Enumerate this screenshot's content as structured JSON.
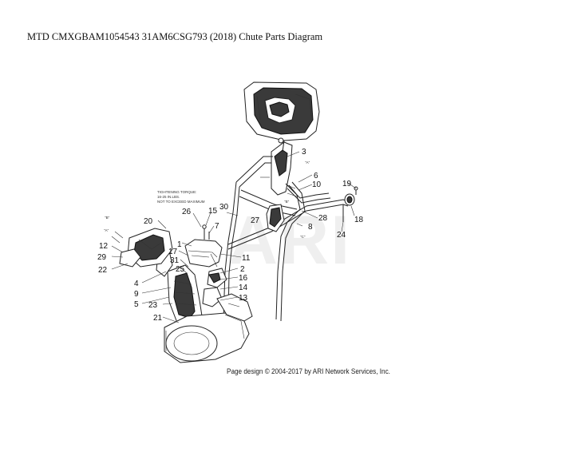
{
  "title": "MTD CMXGBAM1054543 31AM6CSG793 (2018) Chute Parts Diagram",
  "copyright": "Page design © 2004-2017 by ARI Network Services, Inc.",
  "watermark": "ARI",
  "torque_note": [
    "TIGHTENING TORQUE:",
    "16-25 IN.LBS.",
    "NOT TO EXCEED MAXIMUM"
  ],
  "reference_marks": [
    "\"A\"",
    "\"B\""
  ],
  "callouts": [
    "1",
    "2",
    "3",
    "4",
    "5",
    "6",
    "7",
    "8",
    "9",
    "10",
    "11",
    "12",
    "13",
    "14",
    "15",
    "16",
    "17",
    "18",
    "19",
    "20",
    "21",
    "22",
    "23",
    "24",
    "25",
    "26",
    "27",
    "28",
    "29",
    "30",
    "31"
  ]
}
